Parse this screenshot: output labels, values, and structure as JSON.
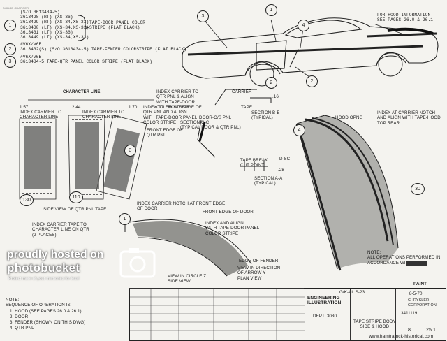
{
  "header": {
    "stamp": "DODGE CHARGER"
  },
  "callouts": {
    "c1": "1",
    "c2": "2",
    "c3": "3",
    "c4": "4",
    "c110": "110",
    "c130": "130",
    "c30": "30"
  },
  "part_list": {
    "items": [
      {
        "num": "1",
        "lines": [
          "(S/O 3613434-5)",
          "3613428 (RT) (XS-36)",
          "3613429 (RT) (XS-34,XS-33)",
          "3613430 (LT) (XS-34,XS-33)",
          "3613431 (LT) (XS-36)",
          "3613449 (LT) (XS-34,XS-33)"
        ]
      }
    ],
    "tape_door_label": "TAPE-DOOR PANEL COLOR\nSTRIPE (FLAT BLACK)",
    "item2_code": "#V6X/V6B",
    "item2_text": "3613432(S) (S/O 3613434-5) TAPE-FENDER COLORSTRIPE (FLAT BLACK)",
    "item3_code": "#V6X/V6B",
    "item3_text": "3613434-5 TAPE-QTR PANEL COLOR STRIPE (FLAT BLACK)"
  },
  "hood_info": "FOR HOOD INFORMATION\nSEE PAGES 26.0 & 26.1",
  "labels": {
    "character_line": "CHARACTER LINE",
    "index_char_1": "INDEX CARRIER TO\nCHARACTER LINE",
    "index_char_2": "INDEX CARRIER TO\nCHARACTER LINE",
    "index_front_edge": "INDEX TO FRONT EDGE OF\nQTR PNL AND ALIGN\nWITH TAPE-DOOR PANEL\nCOLOR STRIPE",
    "front_edge_qtr": "FRONT EDGE OF\nQTR PNL",
    "index_carrier_qtr": "INDEX CARRIER TO\nQTR PNL & ALIGN\nWITH TAPE-DOOR\nCOLOR STRIPE",
    "section_bb": "SECTION B-B\n(TYPICAL)",
    "carrier": "CARRIER",
    "tape": "TAPE",
    "door_qtr": "DOOR-O/S PNL",
    "section_cc": "SECTION C-C\n(TYPICAL DOOR & QTR PNL)",
    "tape_break": "TAPE BREAK\nCUT POINT",
    "d_sc": "D SC",
    "section_aa": "SECTION A-A\n(TYPICAL)",
    "hood_opng": "HOOD OPNG",
    "index_carrier_notch": "INDEX AT CARRIER NOTCH\nAND ALIGN WITH TAPE-HOOD\nTOP REAR",
    "index_notch_door": "INDEX CARRIER NOTCH AT FRONT EDGE\nOF DOOR",
    "front_edge_door": "FRONT EDGE OF DOOR",
    "index_align_door": "INDEX AND ALIGN\nWITH TAPE-DOOR PANEL\nCOLOR STRIPE",
    "index_carrier_tape": "INDEX CARRIER TAPE TO\nCHARACTER LINE ON QTR\n(2 PLACES)",
    "edge_fender": "EDGE OF FENDER",
    "view_arrow": "VIEW IN DIRECTION\nOF ARROW Y\nPLAN VIEW",
    "view_circle": "VIEW IN CIRCLE Z\nSIDE VIEW",
    "side_view_qtr": "SIDE VIEW OF QTR PNL TAPE",
    "note": "NOTE:\nALL OPERATIONS PERFORMED IN\nACCORDANCE WITH"
  },
  "dims": {
    "d1": "1.57",
    "d2": "2.44",
    "d3": "1.70",
    "d4": ".16",
    "d5": ".28"
  },
  "title_block": {
    "model": "G/K-XL.S-23",
    "eng": "ENGINEERING\nILLUSTRATION",
    "dept": "DEPT. 3030",
    "desc": "TAPE STRIPE BODY\nSIDE & HOOD",
    "number": "3411119",
    "section": "8",
    "page": "25.1",
    "date": "8-5-70",
    "brand": "CHRYSLER\nCORPORATION",
    "paint": "PAINT"
  },
  "sequence_note": {
    "title": "NOTE:",
    "line1": "SEQUENCE OF OPERATION IS",
    "steps": [
      "1. HOOD (SEE PAGES 26.0 & 26.1)",
      "2. DOOR",
      "3. FENDER (SHOWN ON THIS DWG)",
      "4. QTR PNL"
    ]
  },
  "watermark": {
    "line1": "proudly hosted on",
    "line2": "photobucket",
    "sub": "Protect more of your memories for less!"
  },
  "footer_url": "www.hamtramck-historical.com"
}
